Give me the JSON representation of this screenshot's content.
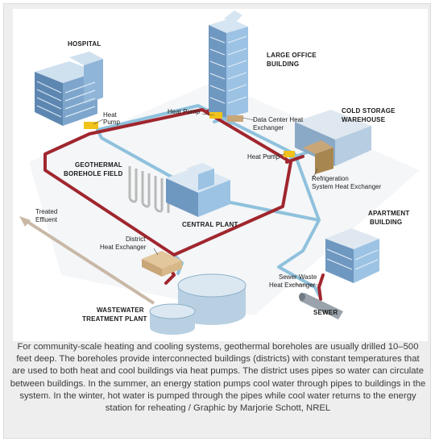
{
  "diagram": {
    "labels": {
      "hospital": "HOSPITAL",
      "large_office_1": "LARGE OFFICE",
      "large_office_2": "BUILDING",
      "cold_storage_1": "COLD STORAGE",
      "cold_storage_2": "WAREHOUSE",
      "geothermal_1": "GEOTHERMAL",
      "geothermal_2": "BOREHOLE FIELD",
      "central_plant": "CENTRAL PLANT",
      "apartment_1": "APARTMENT",
      "apartment_2": "BUILDING",
      "wastewater_1": "WASTEWATER",
      "wastewater_2": "TREATMENT PLANT",
      "sewer": "SEWER",
      "heat_pump_hospital_1": "Heat",
      "heat_pump_hospital_2": "Pump",
      "heat_pump_office": "Heat Pump",
      "data_center_1": "Data Center Heat",
      "data_center_2": "Exchanger",
      "heat_pump_cold": "Heat Pump",
      "refrigeration_1": "Refrigeration",
      "refrigeration_2": "System Heat Exchanger",
      "treated_1": "Treated",
      "treated_2": "Effluent",
      "district_1": "District",
      "district_2": "Heat Exchanger",
      "sewer_waste_1": "Sewer Waste",
      "sewer_waste_2": "Heat Exchanger"
    },
    "colors": {
      "hot_pipe": "#a0262e",
      "cold_pipe": "#8fc1dc",
      "heat_pump": "#f0c21a",
      "building": "#5d87b0",
      "glass": "#9cc3e4"
    }
  },
  "caption": "For community-scale heating and cooling systems, geothermal boreholes are usually drilled 10–500 feet deep. The boreholes provide interconnected buildings (districts) with constant temperatures that are used to both heat and cool buildings via heat pumps. The district uses pipes so water can circulate between buildings. In the summer, an energy station pumps cool water through pipes to buildings in the system. In the winter, hot water is pumped through the pipes while cool water returns to the energy station for reheating / Graphic by Marjorie Schott, NREL"
}
